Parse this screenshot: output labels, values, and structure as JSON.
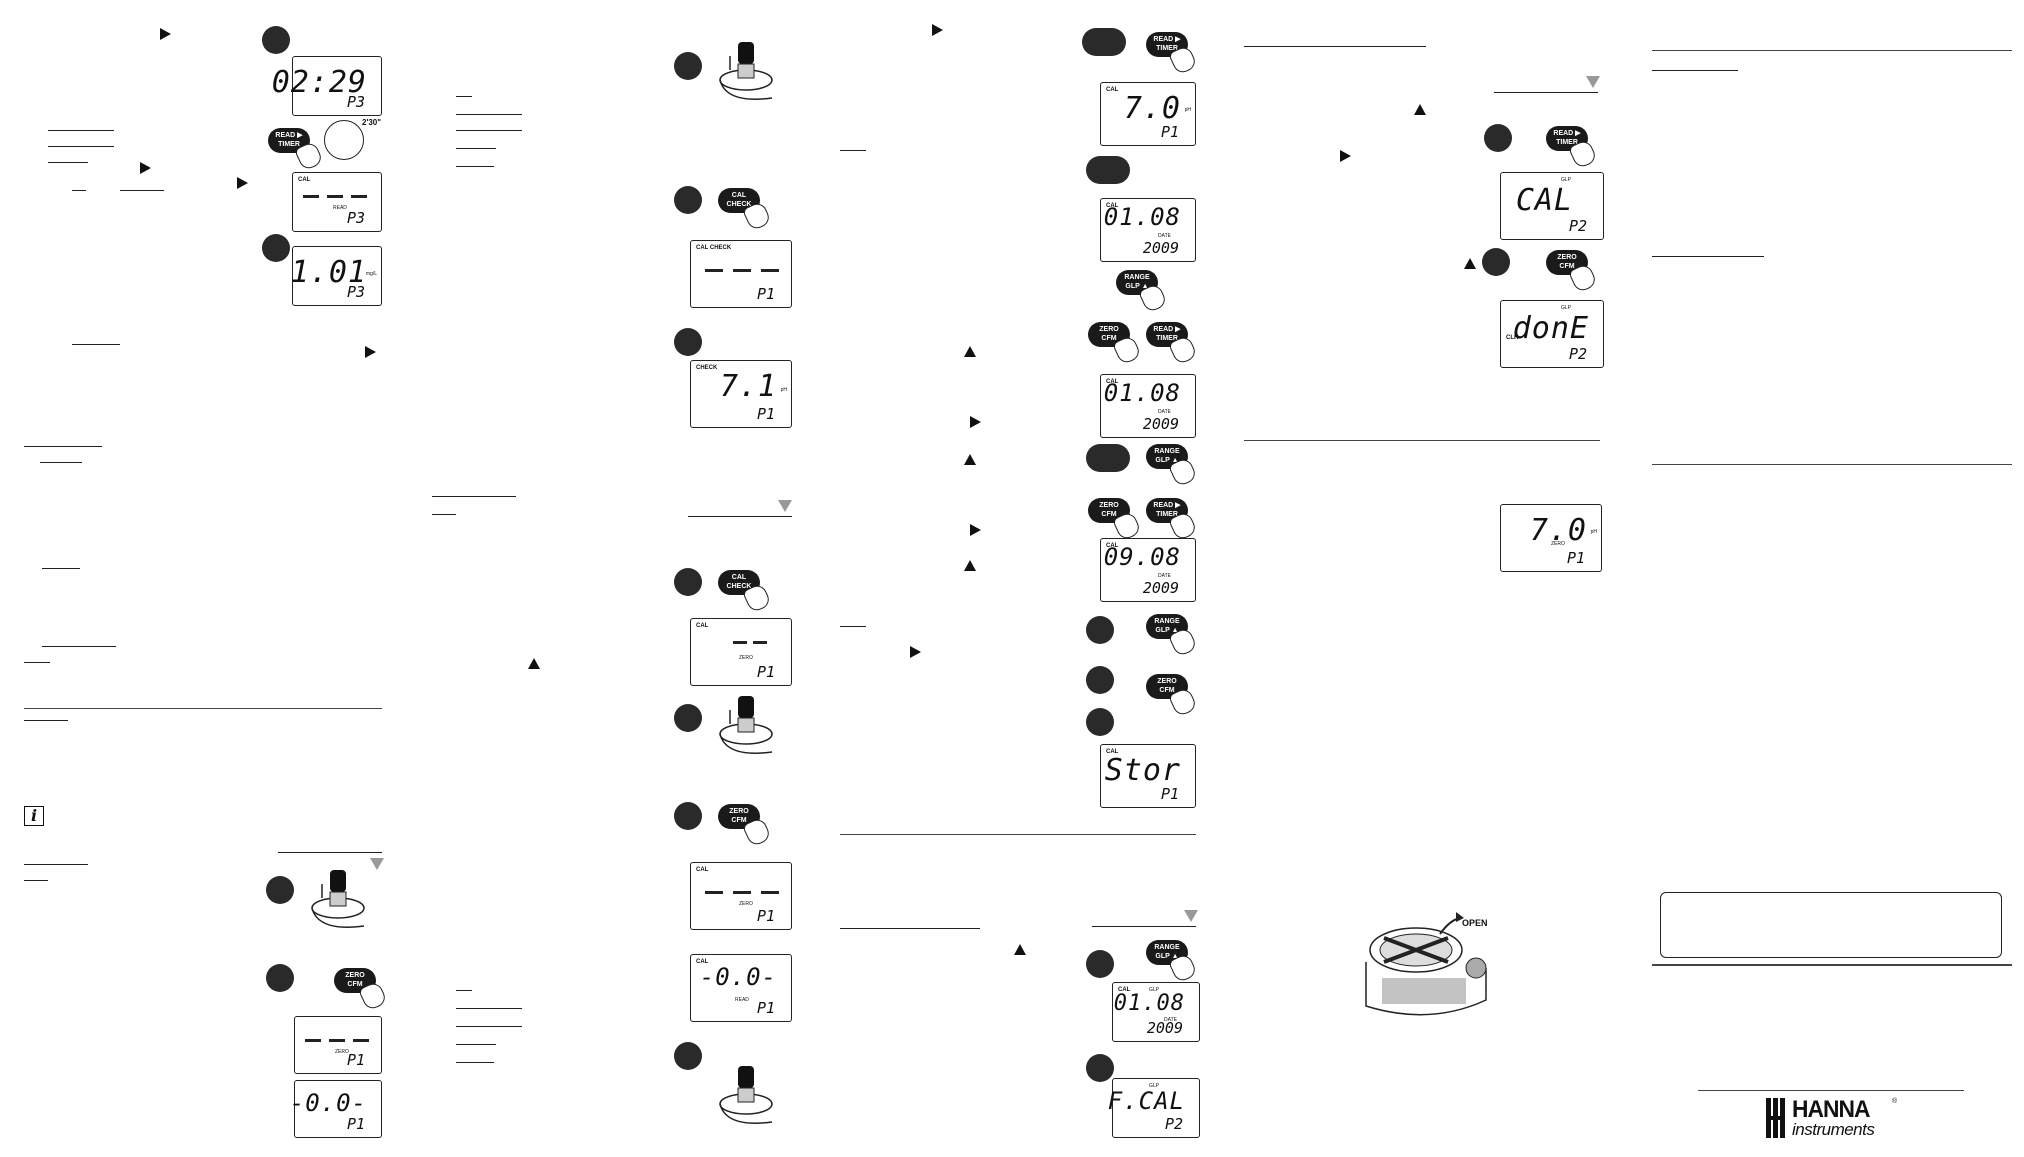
{
  "displays": {
    "timer": {
      "main": "02:29",
      "sub": "P3"
    },
    "read_blink": {
      "sub": "P3",
      "tag": "CAL",
      "center": "READ"
    },
    "result_p3": {
      "main": "1.01",
      "unit": "mg/L",
      "sub": "P3"
    },
    "cal_check_blink": {
      "tag": "CAL CHECK",
      "sub": "P1"
    },
    "check_result": {
      "tag": "CHECK",
      "main": "7.1",
      "unit": "pH",
      "sub": "P1"
    },
    "zero_blink": {
      "tag": "CAL",
      "center": "ZERO",
      "sub": "P1"
    },
    "zero_blink_2": {
      "tag": "CAL",
      "center": "ZERO",
      "sub": "P1"
    },
    "read_zero": {
      "tag": "CAL",
      "main": "-0.0-",
      "center": "READ",
      "sub": "P1"
    },
    "zero_dash_left": {
      "center": "ZERO",
      "sub": "P1"
    },
    "zero_value_left": {
      "main": "-0.0-",
      "sub": "P1"
    },
    "cal_value": {
      "tag": "CAL",
      "main": "7.0",
      "unit": "pH",
      "sub": "P1"
    },
    "date_blink_1": {
      "tag": "CAL",
      "main": "01.08",
      "year": "2009",
      "label": "DATE"
    },
    "date_blink_2": {
      "tag": "CAL",
      "main": "01.08",
      "year": "2009",
      "label": "DATE"
    },
    "date_blink_3": {
      "tag": "CAL",
      "main": "09.08",
      "year": "2009",
      "label": "DATE"
    },
    "store": {
      "tag": "CAL",
      "main": "Stor",
      "sub": "P1"
    },
    "glp_date": {
      "tag": "CAL",
      "tag_right": "GLP",
      "main": "01.08",
      "year": "2009",
      "label": "DATE"
    },
    "factory_cal": {
      "tag_right": "GLP",
      "main": "F.CAL",
      "sub": "P2"
    },
    "glp_cal": {
      "tag_right": "GLP",
      "main": "CAL",
      "sub": "P2"
    },
    "glp_done": {
      "tag_right": "GLP",
      "tag": "CLR",
      "main": "donE",
      "sub": "P2"
    },
    "zero_reading": {
      "main": "7.0",
      "unit": "pH",
      "center": "ZERO",
      "sub": "P1"
    }
  },
  "buttons": {
    "read_timer": {
      "top": "READ ▶",
      "bottom": "TIMER"
    },
    "cal_check": {
      "top": "CAL",
      "bottom": "CHECK"
    },
    "zero_cfm": {
      "top": "ZERO",
      "bottom": "CFM"
    },
    "range_glp": {
      "top": "RANGE",
      "bottom": "GLP ▲"
    }
  },
  "clock_label": "2'30\"",
  "open_label": "OPEN",
  "brand": {
    "name": "HANNA",
    "sub": "instruments",
    "reg": "®"
  },
  "icons": {
    "info": "i",
    "arrow": "arrow-right-icon",
    "triangle": "triangle-down-icon"
  }
}
